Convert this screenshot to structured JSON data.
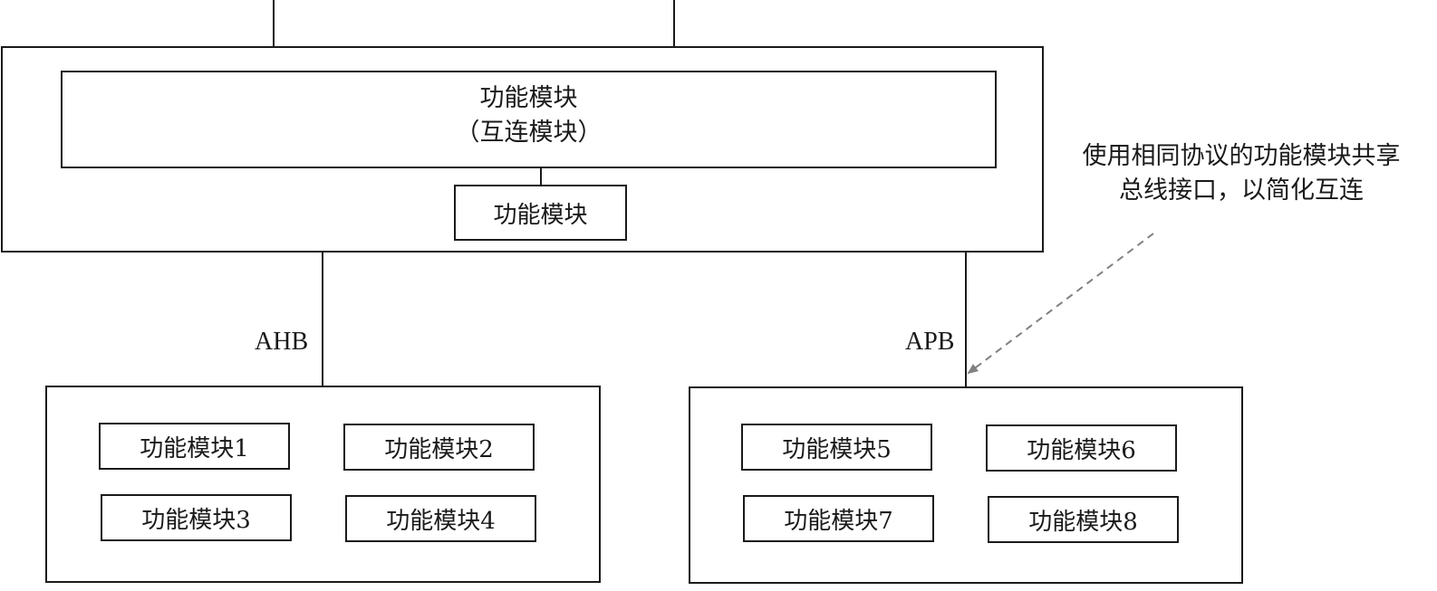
{
  "top_block": {
    "interconnect_module": {
      "line1": "功能模块",
      "line2": "（互连模块）"
    },
    "sub_module": "功能模块"
  },
  "buses": {
    "ahb": "AHB",
    "apb": "APB"
  },
  "ahb_group": {
    "modules": [
      "功能模块1",
      "功能模块2",
      "功能模块3",
      "功能模块4"
    ]
  },
  "apb_group": {
    "modules": [
      "功能模块5",
      "功能模块6",
      "功能模块7",
      "功能模块8"
    ]
  },
  "annotation": {
    "line1": "使用相同协议的功能模块共享",
    "line2": "总线接口，以简化互连"
  },
  "colors": {
    "stroke": "#1a1a1a",
    "arrow": "#808080"
  }
}
